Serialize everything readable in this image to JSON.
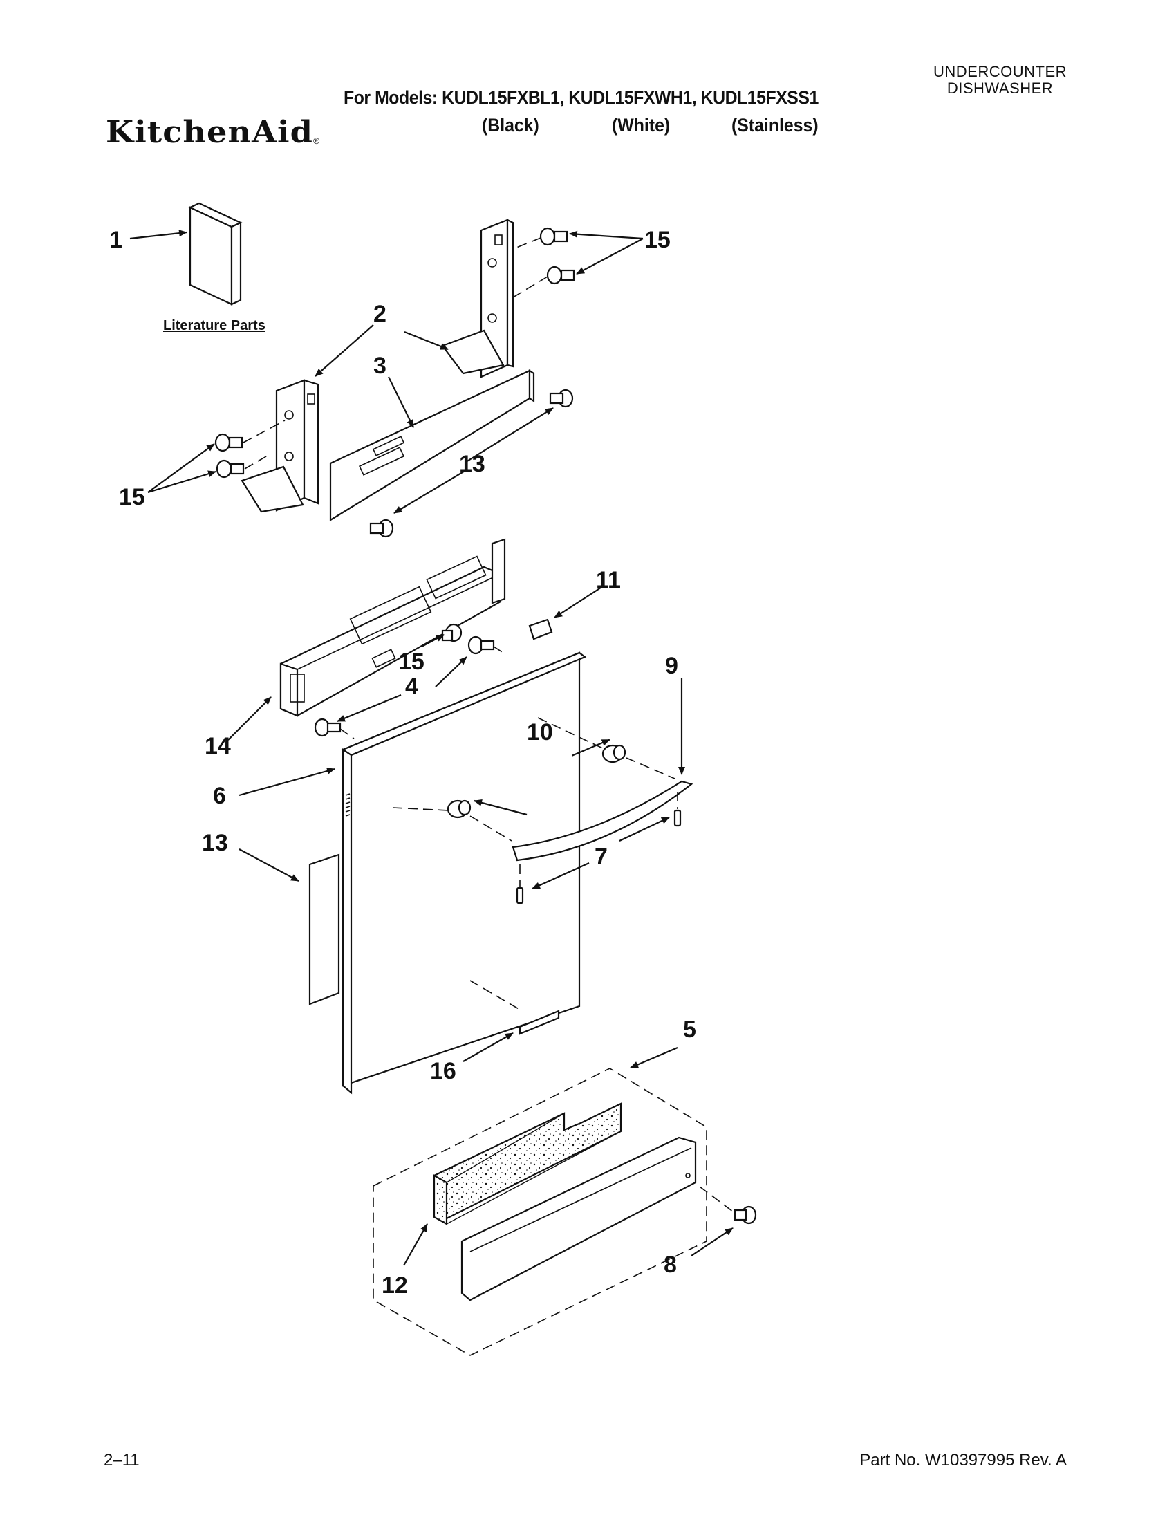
{
  "header": {
    "category_line1": "UNDERCOUNTER",
    "category_line2": "DISHWASHER",
    "models_text": "For Models: KUDL15FXBL1, KUDL15FXWH1, KUDL15FXSS1",
    "colors": [
      "(Black)",
      "(White)",
      "(Stainless)"
    ],
    "brand": "KitchenAid",
    "brand_mark": "®"
  },
  "diagram": {
    "literature_label": "Literature Parts",
    "callouts": {
      "c1": "1",
      "c2": "2",
      "c3": "3",
      "c4": "4",
      "c5": "5",
      "c6": "6",
      "c7": "7",
      "c8": "8",
      "c9": "9",
      "c10": "10",
      "c11": "11",
      "c12": "12",
      "c13a": "13",
      "c13b": "13",
      "c14": "14",
      "c15a": "15",
      "c15b": "15",
      "c15c": "15",
      "c16": "16"
    }
  },
  "footer": {
    "page_number": "2–11",
    "part_number": "Part No. W10397995 Rev. A"
  }
}
